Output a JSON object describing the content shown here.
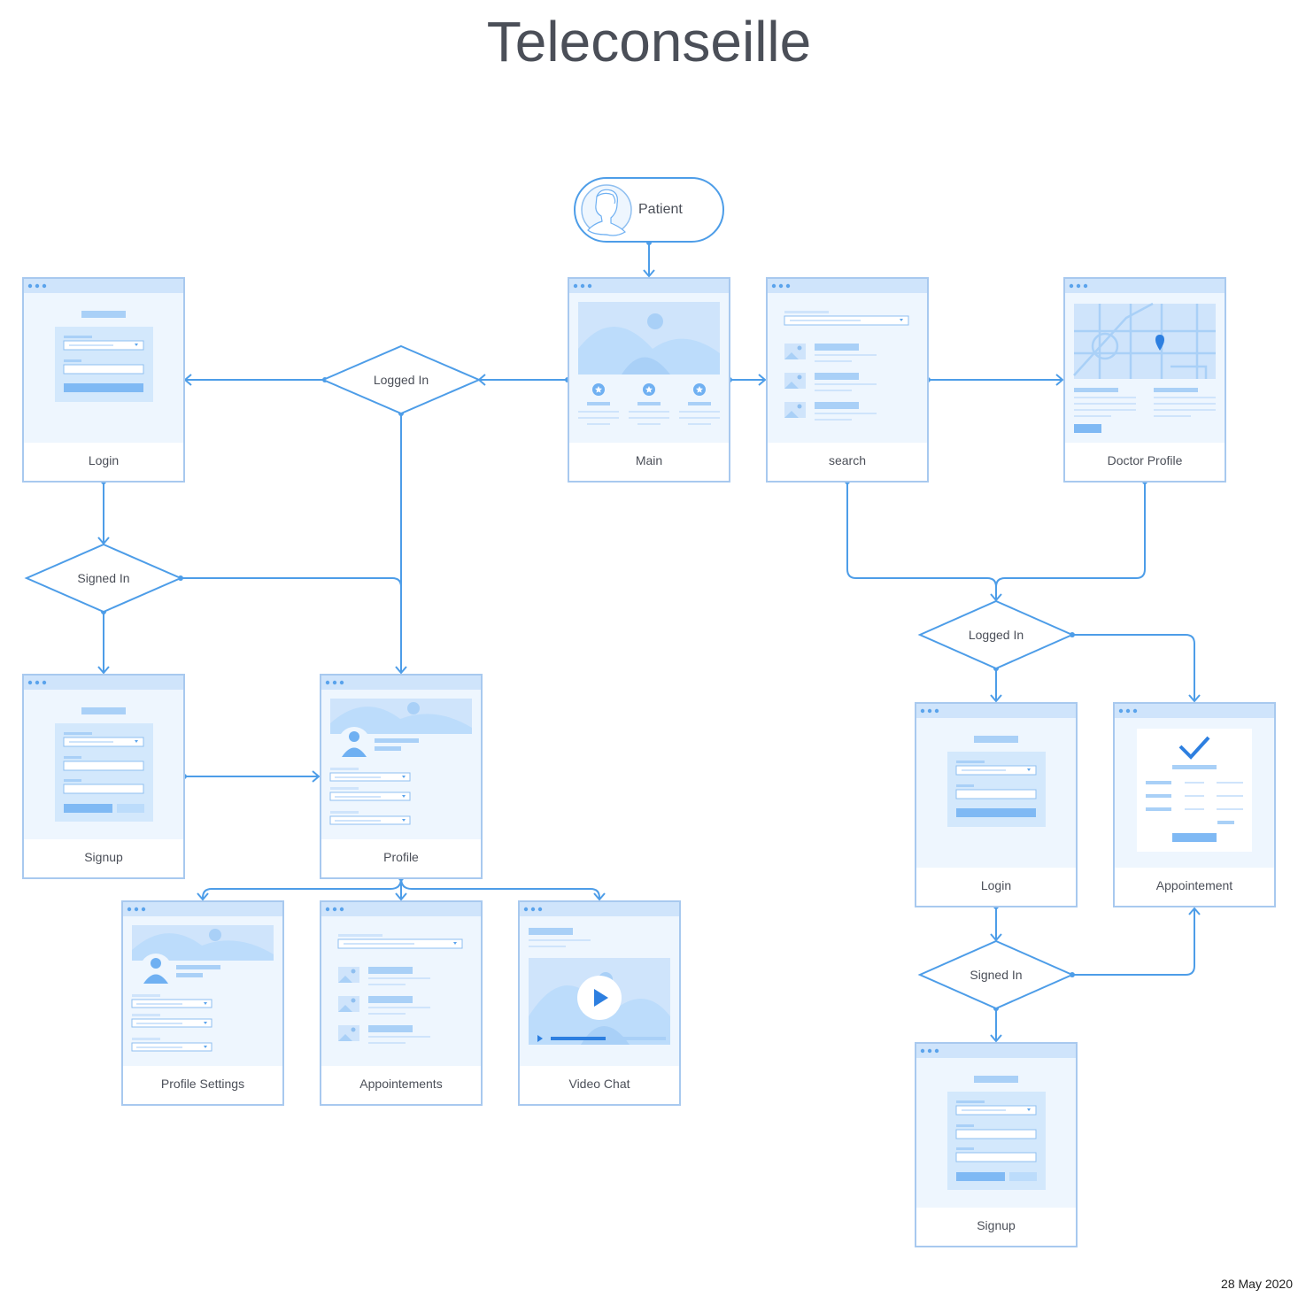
{
  "title": "Teleconseille",
  "date": "28 May 2020",
  "actor": {
    "label": "Patient"
  },
  "decisions": {
    "logged_in_1": "Logged In",
    "signed_in_1": "Signed In",
    "logged_in_2": "Logged In",
    "signed_in_2": "Signed In"
  },
  "screens": {
    "login_1": "Login",
    "main": "Main",
    "search": "search",
    "doctor_profile": "Doctor Profile",
    "signup_1": "Signup",
    "profile": "Profile",
    "profile_settings": "Profile Settings",
    "appointements_list": "Appointements",
    "video_chat": "Video Chat",
    "login_2": "Login",
    "appointement": "Appointement",
    "signup_2": "Signup"
  }
}
